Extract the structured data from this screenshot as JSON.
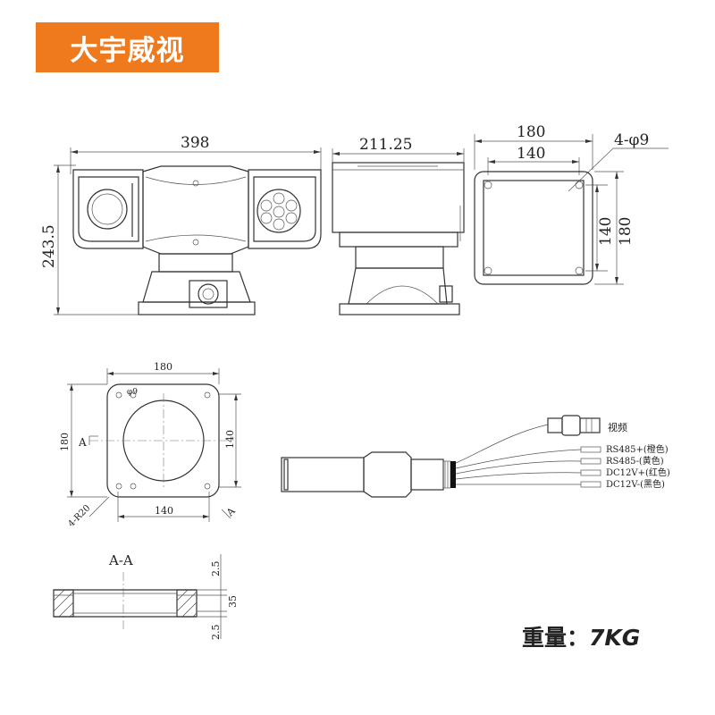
{
  "brand": {
    "name": "大宇威视",
    "color": "#ef7a1e"
  },
  "front_view": {
    "width_dim": "398",
    "height_dim": "243.5"
  },
  "side_view": {
    "depth_dim": "211.25"
  },
  "top_plate": {
    "outer_dim": "180",
    "hole_spacing": "140",
    "outer_side": "180",
    "hole_side": "140",
    "holes": "4-φ9"
  },
  "base_plate": {
    "top_dim": "180",
    "left_dim": "180",
    "right_dim": "140",
    "bottom_dim": "140",
    "hole": "φ9",
    "radius": "4-R20",
    "section_mark": "A",
    "section_mark_right": "A"
  },
  "section": {
    "title": "A-A",
    "top_dim": "2.5",
    "mid_dim": "35",
    "bottom_dim": "2.5"
  },
  "cable": {
    "labels": [
      "视频",
      "RS485+(橙色)",
      "RS485-(黄色)",
      "DC12V+(红色)",
      "DC12V-(黑色)"
    ]
  },
  "weight": {
    "label": "重量：",
    "value": "7KG"
  }
}
